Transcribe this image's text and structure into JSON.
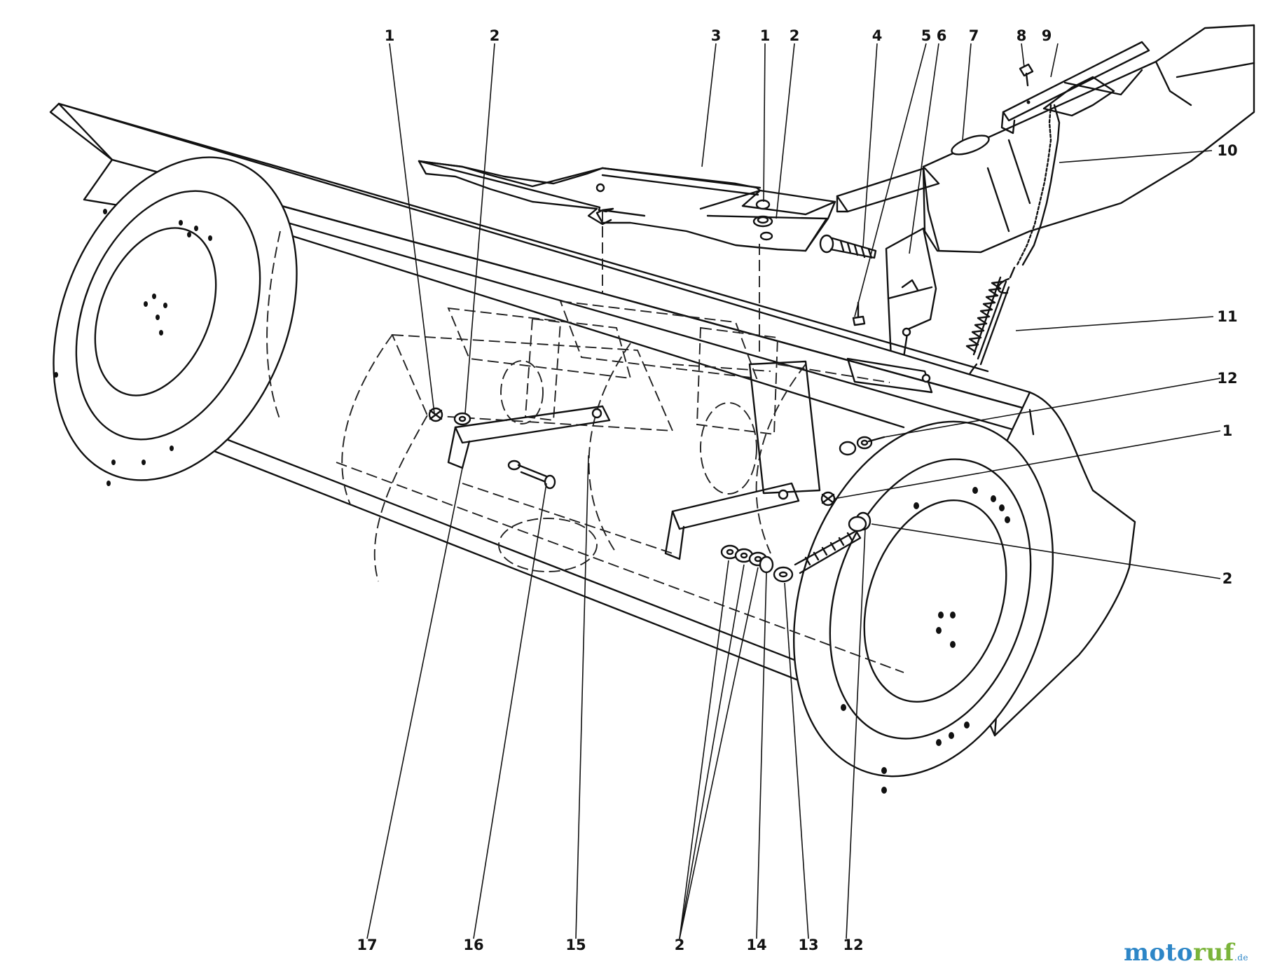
{
  "diagram": {
    "callouts_top": [
      "1",
      "2",
      "3",
      "1",
      "2",
      "4",
      "5",
      "6",
      "7",
      "8",
      "9"
    ],
    "callouts_right": [
      "10",
      "11",
      "12",
      "1",
      "2"
    ],
    "callouts_bottom": [
      "17",
      "16",
      "15",
      "2",
      "14",
      "13",
      "12"
    ]
  },
  "watermark": {
    "part1": "moto",
    "part2": "ruf",
    "part3": ".de"
  }
}
